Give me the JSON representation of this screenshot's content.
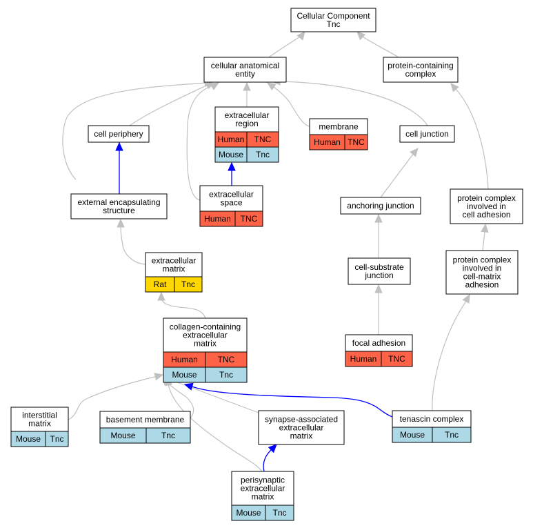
{
  "colors": {
    "human": "#ff6347",
    "mouse": "#add8e6",
    "rat": "#ffd700",
    "edge_gray": "#c0c0c0",
    "edge_blue": "#0000ff"
  },
  "nodes": {
    "root": {
      "lines": [
        "Cellular Component",
        "Tnc"
      ]
    },
    "cae": {
      "lines": [
        "cellular anatomical",
        "entity"
      ]
    },
    "pcc": {
      "lines": [
        "protein-containing",
        "complex"
      ]
    },
    "cellper": {
      "lines": [
        "cell periphery"
      ]
    },
    "ecr": {
      "lines": [
        "extracellular",
        "region"
      ],
      "rows": [
        [
          "Human",
          "TNC"
        ],
        [
          "Mouse",
          "Tnc"
        ]
      ]
    },
    "membrane": {
      "lines": [
        "membrane"
      ],
      "rows": [
        [
          "Human",
          "TNC"
        ]
      ]
    },
    "celljunc": {
      "lines": [
        "cell junction"
      ]
    },
    "ees": {
      "lines": [
        "external encapsulating",
        "structure"
      ]
    },
    "ecs": {
      "lines": [
        "extracellular",
        "space"
      ],
      "rows": [
        [
          "Human",
          "TNC"
        ]
      ]
    },
    "anchjunc": {
      "lines": [
        "anchoring junction"
      ]
    },
    "pcica": {
      "lines": [
        "protein complex",
        "involved in",
        "cell adhesion"
      ]
    },
    "ecm": {
      "lines": [
        "extracellular",
        "matrix"
      ],
      "rows": [
        [
          "Rat",
          "Tnc"
        ]
      ]
    },
    "csj": {
      "lines": [
        "cell-substrate",
        "junction"
      ]
    },
    "pcicma": {
      "lines": [
        "protein complex",
        "involved in",
        "cell-matrix",
        "adhesion"
      ]
    },
    "ccecm": {
      "lines": [
        "collagen-containing",
        "extracellular",
        "matrix"
      ],
      "rows": [
        [
          "Human",
          "TNC"
        ],
        [
          "Mouse",
          "Tnc"
        ]
      ]
    },
    "focal": {
      "lines": [
        "focal adhesion"
      ],
      "rows": [
        [
          "Human",
          "TNC"
        ]
      ]
    },
    "interstitial": {
      "lines": [
        "interstitial",
        "matrix"
      ],
      "rows": [
        [
          "Mouse",
          "Tnc"
        ]
      ]
    },
    "basement": {
      "lines": [
        "basement membrane"
      ],
      "rows": [
        [
          "Mouse",
          "Tnc"
        ]
      ]
    },
    "synapse": {
      "lines": [
        "synapse-associated",
        "extracellular",
        "matrix"
      ]
    },
    "tenascin": {
      "lines": [
        "tenascin complex"
      ],
      "rows": [
        [
          "Mouse",
          "Tnc"
        ]
      ]
    },
    "perisyn": {
      "lines": [
        "perisynaptic",
        "extracellular",
        "matrix"
      ],
      "rows": [
        [
          "Mouse",
          "Tnc"
        ]
      ]
    }
  },
  "edges": [
    {
      "from": "cae",
      "to": "root",
      "color": "gray"
    },
    {
      "from": "pcc",
      "to": "root",
      "color": "gray"
    },
    {
      "from": "cellper",
      "to": "cae",
      "color": "gray"
    },
    {
      "from": "ecr",
      "to": "cae",
      "color": "gray"
    },
    {
      "from": "membrane",
      "to": "cae",
      "color": "gray"
    },
    {
      "from": "celljunc",
      "to": "cae",
      "color": "gray"
    },
    {
      "from": "ees",
      "to": "cae",
      "color": "gray"
    },
    {
      "from": "ecs",
      "to": "cae",
      "color": "gray"
    },
    {
      "from": "ees",
      "to": "cellper",
      "color": "blue"
    },
    {
      "from": "ecs",
      "to": "ecr",
      "color": "blue"
    },
    {
      "from": "anchjunc",
      "to": "celljunc",
      "color": "gray"
    },
    {
      "from": "pcica",
      "to": "pcc",
      "color": "gray"
    },
    {
      "from": "ecm",
      "to": "ees",
      "color": "gray"
    },
    {
      "from": "csj",
      "to": "anchjunc",
      "color": "gray"
    },
    {
      "from": "pcicma",
      "to": "pcica",
      "color": "gray"
    },
    {
      "from": "ccecm",
      "to": "ecm",
      "color": "gray"
    },
    {
      "from": "focal",
      "to": "csj",
      "color": "gray"
    },
    {
      "from": "tenascin",
      "to": "pcicma",
      "color": "gray"
    },
    {
      "from": "interstitial",
      "to": "ccecm",
      "color": "gray"
    },
    {
      "from": "basement",
      "to": "ccecm",
      "color": "gray"
    },
    {
      "from": "synapse",
      "to": "ccecm",
      "color": "gray"
    },
    {
      "from": "perisyn",
      "to": "ccecm",
      "color": "gray"
    },
    {
      "from": "tenascin",
      "to": "ccecm",
      "color": "blue"
    },
    {
      "from": "perisyn",
      "to": "synapse",
      "color": "blue"
    }
  ]
}
